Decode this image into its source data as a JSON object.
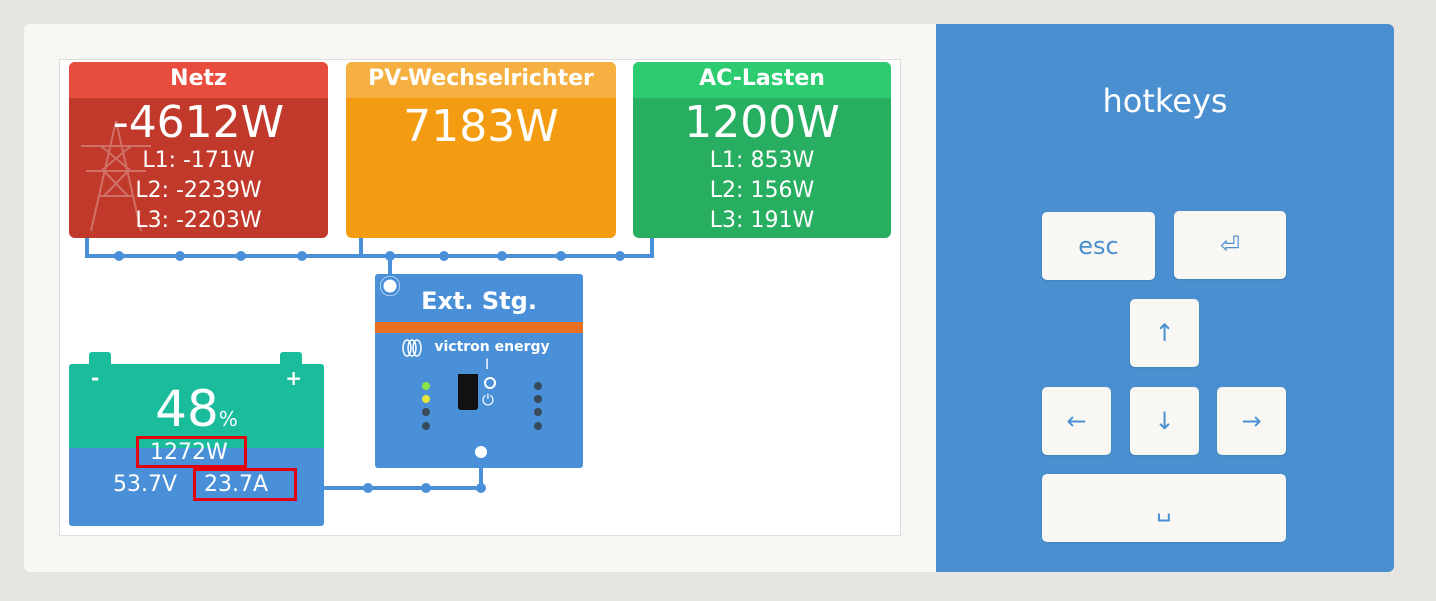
{
  "tiles": {
    "grid": {
      "title": "Netz",
      "power": "-4612W",
      "l1": "L1: -171W",
      "l2": "L2: -2239W",
      "l3": "L3: -2203W",
      "color": "#c0392b"
    },
    "pv": {
      "title": "PV-Wechselrichter",
      "power": "7183W",
      "color": "#f39c12"
    },
    "ac": {
      "title": "AC-Lasten",
      "power": "1200W",
      "l1": "L1: 853W",
      "l2": "L2: 156W",
      "l3": "L3: 191W",
      "color": "#27ae60"
    }
  },
  "inverter": {
    "title": "Ext. Stg.",
    "brand": "victron energy",
    "switch_on": "I",
    "switch_off": "⏻"
  },
  "battery": {
    "minus": "-",
    "plus": "+",
    "soc": "48",
    "soc_unit": "%",
    "power": "1272W",
    "voltage": "53.7V",
    "current": "23.7A"
  },
  "hotkeys": {
    "title": "hotkeys",
    "esc": "esc",
    "enter": "⏎",
    "up": "↑",
    "left": "←",
    "down": "↓",
    "right": "→",
    "space": "␣"
  },
  "colors": {
    "accent": "#4a90d0",
    "highlight": "#e3000f",
    "battery": "#1abc9c"
  }
}
